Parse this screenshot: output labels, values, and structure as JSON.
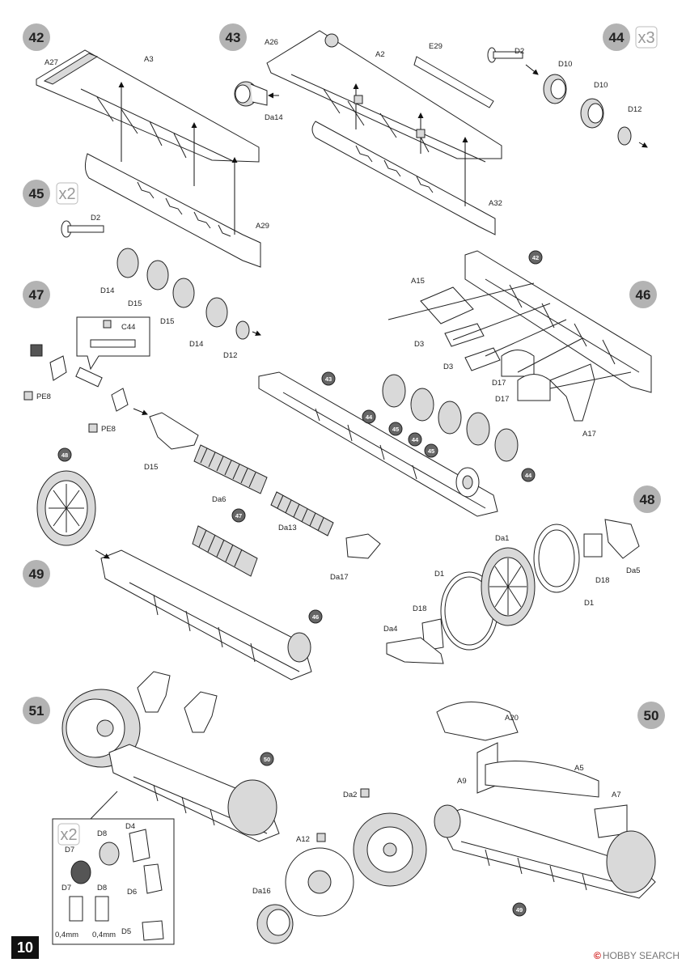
{
  "page_number": "10",
  "watermark": {
    "brand": "HOBBY",
    "suffix": "SEARCH",
    "mark": "©"
  },
  "steps": {
    "s42": {
      "number": "42",
      "parts": [
        "A27",
        "A3",
        "A29"
      ]
    },
    "s43": {
      "number": "43",
      "parts": [
        "A26",
        "A2",
        "E29",
        "Da14",
        "A32"
      ]
    },
    "s44": {
      "number": "44",
      "multiplier": "x3",
      "parts": [
        "D2",
        "D10",
        "D10",
        "D12"
      ]
    },
    "s45": {
      "number": "45",
      "multiplier": "x2",
      "parts": [
        "D2",
        "D14",
        "D15",
        "D15",
        "D14",
        "D12"
      ]
    },
    "s46": {
      "number": "46",
      "parts": [
        "A15",
        "D3",
        "D3",
        "D17",
        "D17",
        "A17"
      ],
      "refs": [
        "42",
        "43",
        "44",
        "45",
        "44",
        "45",
        "44"
      ]
    },
    "s47": {
      "number": "47",
      "parts": [
        "C44",
        "PE8",
        "PE8",
        "D15",
        "Da6",
        "Da13",
        "Da17"
      ]
    },
    "s48": {
      "number": "48",
      "parts": [
        "Da1",
        "D1",
        "D18",
        "Da5",
        "D1",
        "D18",
        "Da4"
      ]
    },
    "s49": {
      "number": "49",
      "refs": [
        "48",
        "47",
        "46"
      ]
    },
    "s50": {
      "number": "50",
      "parts": [
        "A20",
        "A9",
        "A5",
        "A7",
        "Da2",
        "A12",
        "Da16"
      ],
      "refs": [
        "49"
      ]
    },
    "s51": {
      "number": "51",
      "refs": [
        "50"
      ],
      "inset": {
        "multiplier": "x2",
        "parts": [
          "D8",
          "D4",
          "D7",
          "D7",
          "D8",
          "D6",
          "D5"
        ],
        "gaps": [
          "0,4mm",
          "0,4mm"
        ]
      }
    }
  },
  "icons": [
    "photo-etch-icon",
    "plastic-part-icon",
    "multiplier-icon"
  ]
}
